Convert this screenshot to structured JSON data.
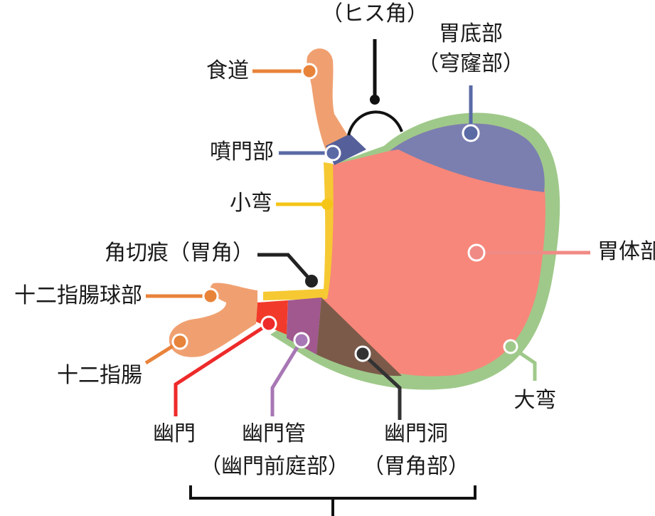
{
  "labels": {
    "his_angle": "（ヒス角）",
    "fundus_line1": "胃底部",
    "fundus_line2": "（穹窿部）",
    "esophagus": "食道",
    "cardia": "噴門部",
    "lesser_curvature": "小弯",
    "angular_notch": "角切痕（胃角）",
    "duodenal_bulb": "十二指腸球部",
    "duodenum": "十二指腸",
    "body": "胃体部",
    "greater_curvature": "大弯",
    "pylorus": "幽門",
    "pyloric_canal_line1": "幽門管",
    "pyloric_canal_line2": "（幽門前庭部）",
    "antrum_line1": "幽門洞",
    "antrum_line2": "（胃角部）"
  },
  "colors": {
    "esophagus": "#f0a070",
    "cardia": "#55609a",
    "fundus": "#7a7fb0",
    "body": "#f7877a",
    "lesser_curvature": "#f6c933",
    "greater_curvature": "#9fc98a",
    "pylorus": "#f23a2a",
    "pyloric_canal": "#a1588f",
    "antrum": "#7b5a4a",
    "leader_orange": "#e8833a",
    "leader_dark": "#222222",
    "leader_pink": "#f08a85",
    "leader_green": "#9fc98a",
    "leader_purple": "#a877b5",
    "leader_red": "#ee2a2a",
    "leader_blue": "#5a6aa5",
    "leader_yellow": "#f5c518"
  }
}
